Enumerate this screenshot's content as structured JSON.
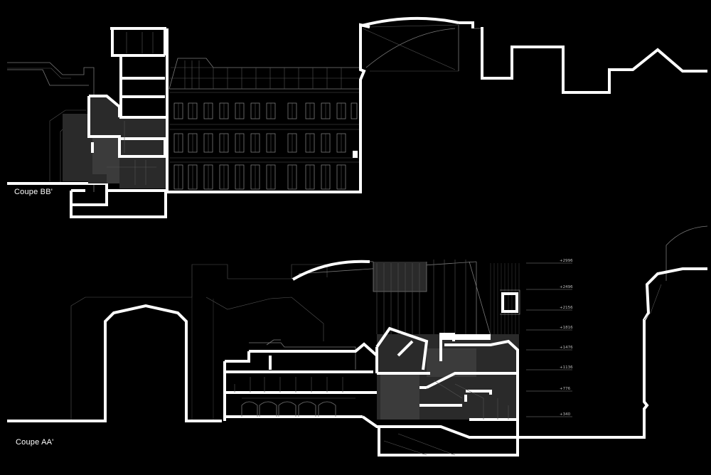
{
  "sections": {
    "top_label": "Coupe BB'",
    "bottom_label": "Coupe AA'"
  },
  "levels": [
    "+2996",
    "+2496",
    "+2156",
    "+1816",
    "+1476",
    "+1136",
    "+776",
    "+340"
  ],
  "colors": {
    "background": "#000000",
    "cut_line": "#ffffff",
    "linework": "#7a7a7a",
    "fill": "#2a2a2a"
  }
}
